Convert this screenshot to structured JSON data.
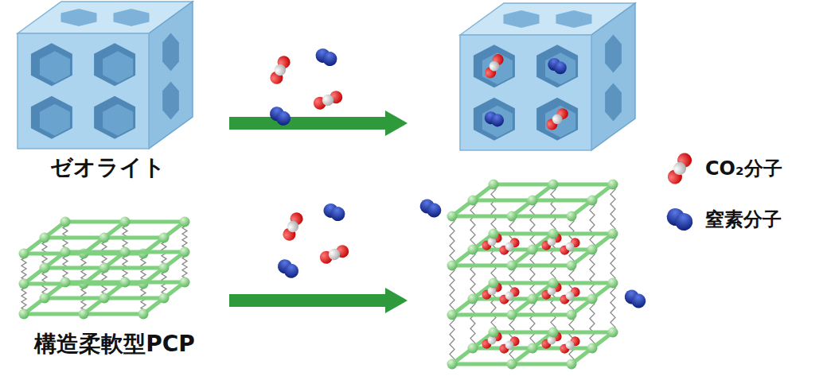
{
  "diagram": {
    "labels": [
      "ゼオライト",
      "構造柔軟型PCP"
    ],
    "legend": [
      {
        "text": "CO₂分子"
      },
      {
        "text": "窒素分子"
      }
    ]
  }
}
